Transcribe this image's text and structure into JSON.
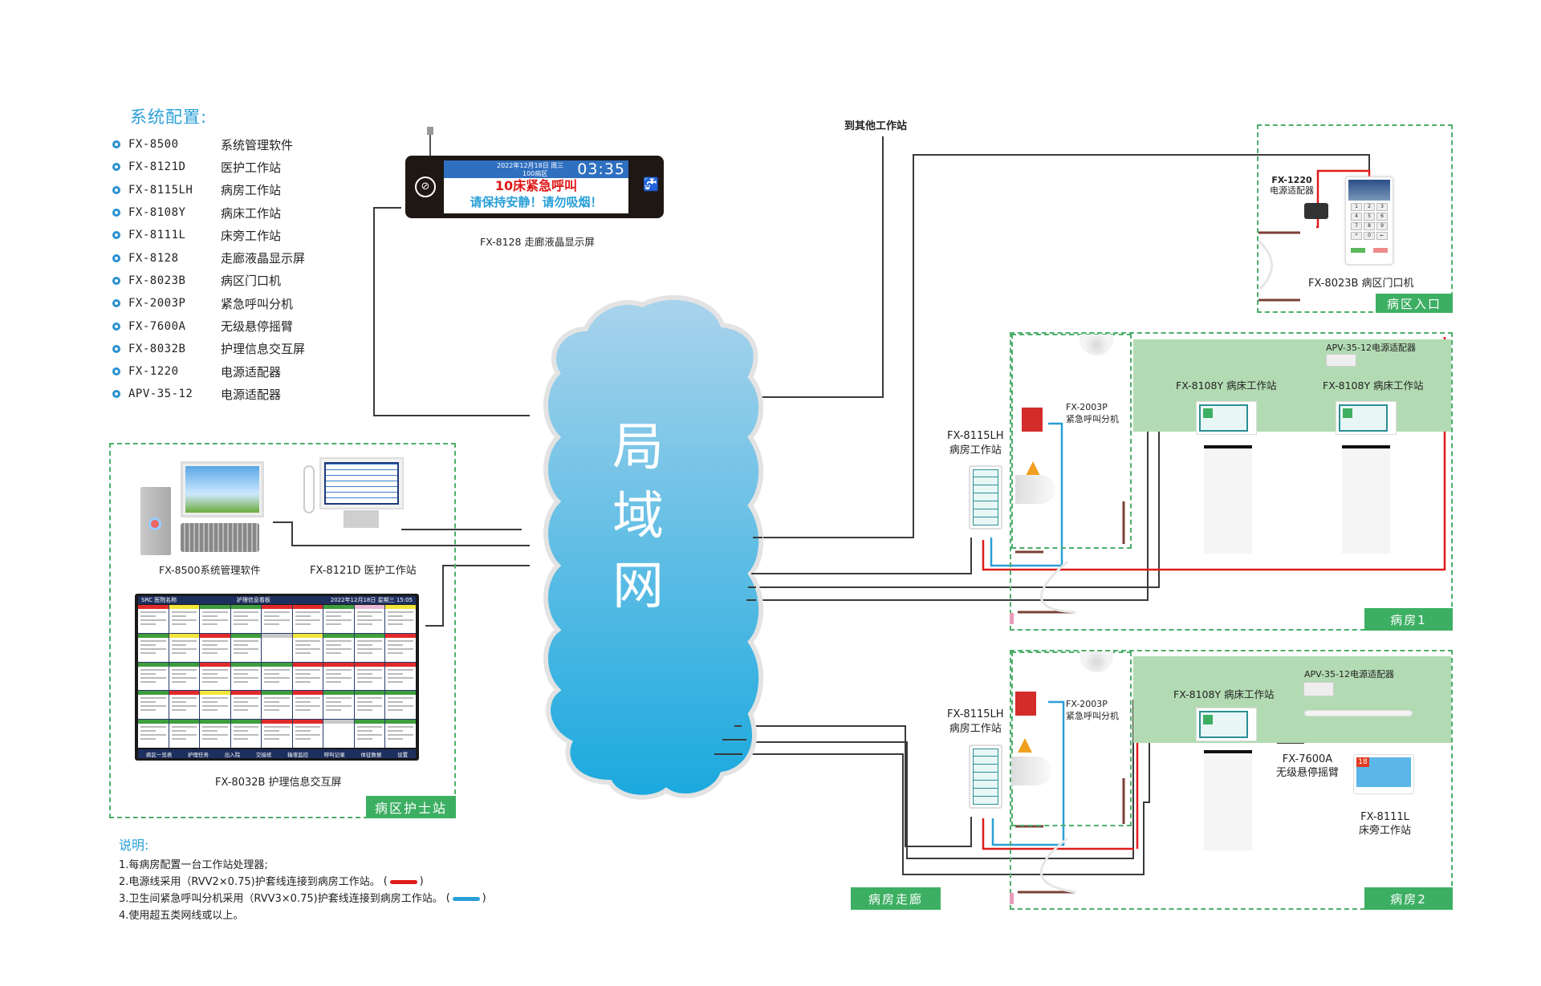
{
  "config": {
    "title": "系统配置:",
    "items": [
      {
        "model": "FX-8500",
        "name": "系统管理软件"
      },
      {
        "model": "FX-8121D",
        "name": "医护工作站"
      },
      {
        "model": "FX-8115LH",
        "name": "病房工作站"
      },
      {
        "model": "FX-8108Y",
        "name": "病床工作站"
      },
      {
        "model": "FX-8111L",
        "name": "床旁工作站"
      },
      {
        "model": "FX-8128",
        "name": "走廊液晶显示屏"
      },
      {
        "model": "FX-8023B",
        "name": "病区门口机"
      },
      {
        "model": "FX-2003P",
        "name": "紧急呼叫分机"
      },
      {
        "model": "FX-7600A",
        "name": "无级悬停摇臂"
      },
      {
        "model": "FX-8032B",
        "name": "护理信息交互屏"
      },
      {
        "model": "FX-1220",
        "name": "电源适配器"
      },
      {
        "model": "APV-35-12",
        "name": "电源适配器"
      }
    ]
  },
  "corridor_display": {
    "label": "FX-8128 走廊液晶显示屏",
    "date": "2022年12月18日 周三",
    "ward": "100病区",
    "time": "03:35",
    "alert": "10床紧急呼叫",
    "message": "请保持安静！请勿吸烟！",
    "left_icon": "no-smoking-icon",
    "right_icon": "handwash-icon"
  },
  "network": {
    "cloud_label": [
      "局",
      "域",
      "网"
    ],
    "other_stations": "到其他工作站",
    "colors": {
      "cloud_top": "#a9d3ec",
      "cloud_bottom": "#1aa9de",
      "cloud_edge": "#e3e3e3"
    }
  },
  "nurse_station": {
    "zone_label": "病区护士站",
    "pc_label": "FX-8500系统管理软件",
    "doctor_label": "FX-8121D 医护工作站",
    "screen_label": "FX-8032B 护理信息交互屏",
    "screen": {
      "logo": "SRC 医院名称",
      "title": "护理信息看板",
      "clock": "2022年12月18日 星期三 15:05",
      "footer": [
        "病区一览表",
        "护理任务",
        "出入院",
        "交接班",
        "输液监控",
        "呼叫记录",
        "体征数据",
        "设置"
      ],
      "card_headers": [
        [
          "red",
          "yellow",
          "green",
          "green",
          "red",
          "red",
          "green",
          "pink",
          "yellow"
        ],
        [
          "green",
          "yellow",
          "red",
          "green",
          "gray",
          "yellow",
          "green",
          "green",
          "red"
        ],
        [
          "green",
          "green",
          "red",
          "green",
          "green",
          "red",
          "red",
          "red",
          "red"
        ],
        [
          "green",
          "red",
          "yellow",
          "red",
          "green",
          "red",
          "green",
          "green",
          "green"
        ],
        [
          "green",
          "green",
          "green",
          "green",
          "red",
          "red",
          "gray",
          "green",
          "green"
        ]
      ]
    }
  },
  "entrance": {
    "zone_label": "病区入口",
    "adapter_model": "FX-1220",
    "adapter_name": "电源适配器",
    "door_unit_label": "FX-8023B 病区门口机",
    "keypad": [
      "1",
      "2",
      "3",
      "4",
      "5",
      "6",
      "7",
      "8",
      "9",
      "*",
      "0",
      "←"
    ]
  },
  "ward1": {
    "zone_label": "病房1",
    "room_station_model": "FX-8115LH",
    "room_station_name": "病房工作站",
    "emergency_model": "FX-2003P",
    "emergency_name": "紧急呼叫分机",
    "adapter_label": "APV-35-12电源适配器",
    "bed_station_1": "FX-8108Y 病床工作站",
    "bed_station_2": "FX-8108Y 病床工作站"
  },
  "ward2": {
    "zone_label": "病房2",
    "room_station_model": "FX-8115LH",
    "room_station_name": "病房工作站",
    "emergency_model": "FX-2003P",
    "emergency_name": "紧急呼叫分机",
    "adapter_label": "APV-35-12电源适配器",
    "bed_station": "FX-8108Y 病床工作站",
    "arm_model": "FX-7600A",
    "arm_name": "无级悬停摇臂",
    "bedside_model": "FX-8111L",
    "bedside_name": "床旁工作站",
    "bedside_bed_no": "18"
  },
  "corridor": {
    "zone_label": "病房走廊"
  },
  "notes": {
    "title": "说明:",
    "items": [
      {
        "text": "1.每病房配置一台工作站处理器;",
        "swatch": null
      },
      {
        "text": "2.电源线采用（RVV2×0.75)护套线连接到病房工作站。",
        "swatch": "#e01b1b"
      },
      {
        "text": "3.卫生间紧急呼叫分机采用（RVV3×0.75)护套线连接到病房工作站。",
        "swatch": "#2a9fd6"
      },
      {
        "text": "4.使用超五类网线或以上。",
        "swatch": null
      }
    ]
  },
  "colors": {
    "zone_green": "#3daf63",
    "bed_area": "#b3dbb3",
    "power_wire": "#e01b1b",
    "call_wire": "#2a9fd6",
    "network_wire": "#3a3a3a"
  }
}
